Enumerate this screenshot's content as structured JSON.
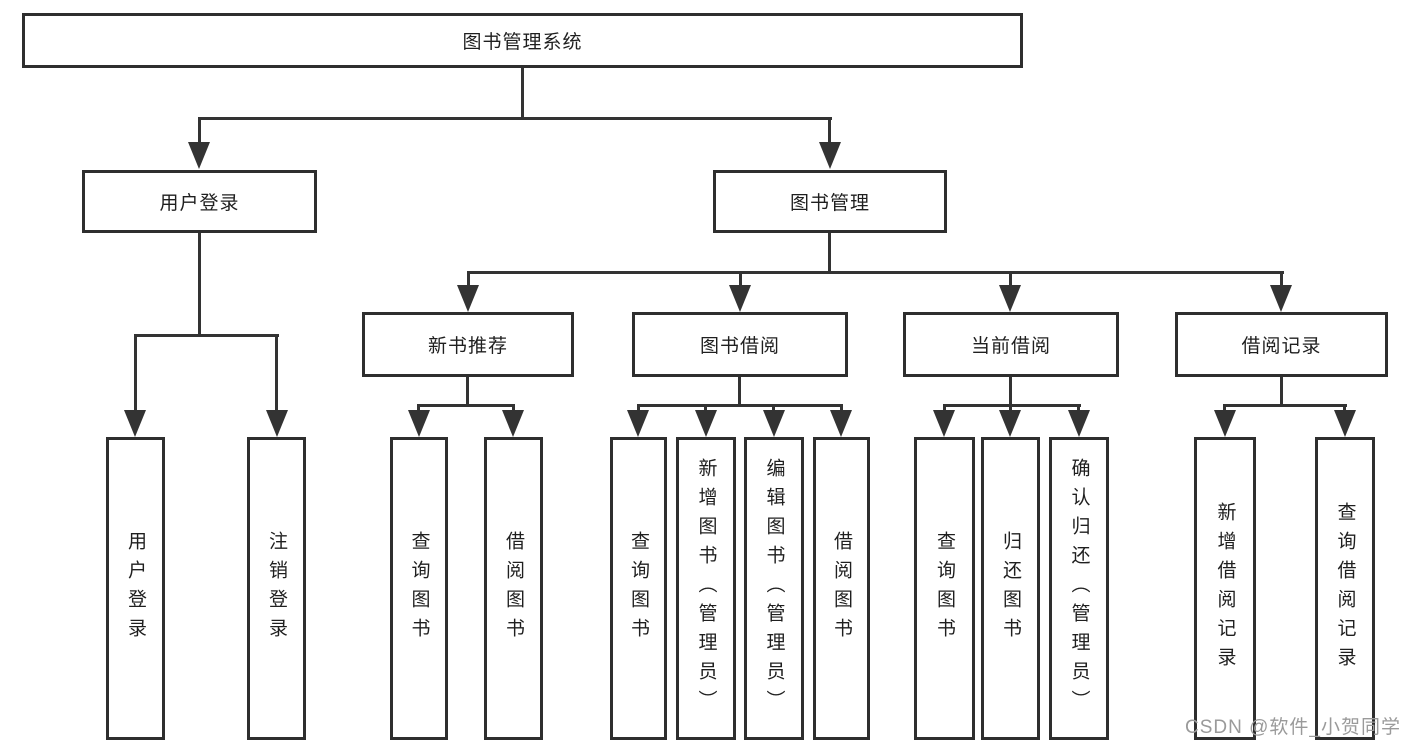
{
  "diagram": {
    "tree": {
      "root": {
        "label": "图书管理系统"
      },
      "branches": [
        {
          "label": "用户登录",
          "children": [
            {
              "label": "用户登录"
            },
            {
              "label": "注销登录"
            }
          ]
        },
        {
          "label": "图书管理",
          "children": [
            {
              "label": "新书推荐",
              "children": [
                {
                  "label": "查询图书"
                },
                {
                  "label": "借阅图书"
                }
              ]
            },
            {
              "label": "图书借阅",
              "children": [
                {
                  "label": "查询图书"
                },
                {
                  "label": "新增图书（管理员）"
                },
                {
                  "label": "编辑图书（管理员）"
                },
                {
                  "label": "借阅图书"
                }
              ]
            },
            {
              "label": "当前借阅",
              "children": [
                {
                  "label": "查询图书"
                },
                {
                  "label": "归还图书"
                },
                {
                  "label": "确认归还（管理员）"
                }
              ]
            },
            {
              "label": "借阅记录",
              "children": [
                {
                  "label": "新增借阅记录"
                },
                {
                  "label": "查询借阅记录"
                }
              ]
            }
          ]
        }
      ]
    },
    "colors": {
      "line": "#333333",
      "border": "#2e2e2e",
      "text": "#1f1f1f",
      "background": "#ffffff"
    }
  },
  "watermark": {
    "text": "CSDN @软件_小贺同学",
    "color": "#9a9a9a"
  }
}
